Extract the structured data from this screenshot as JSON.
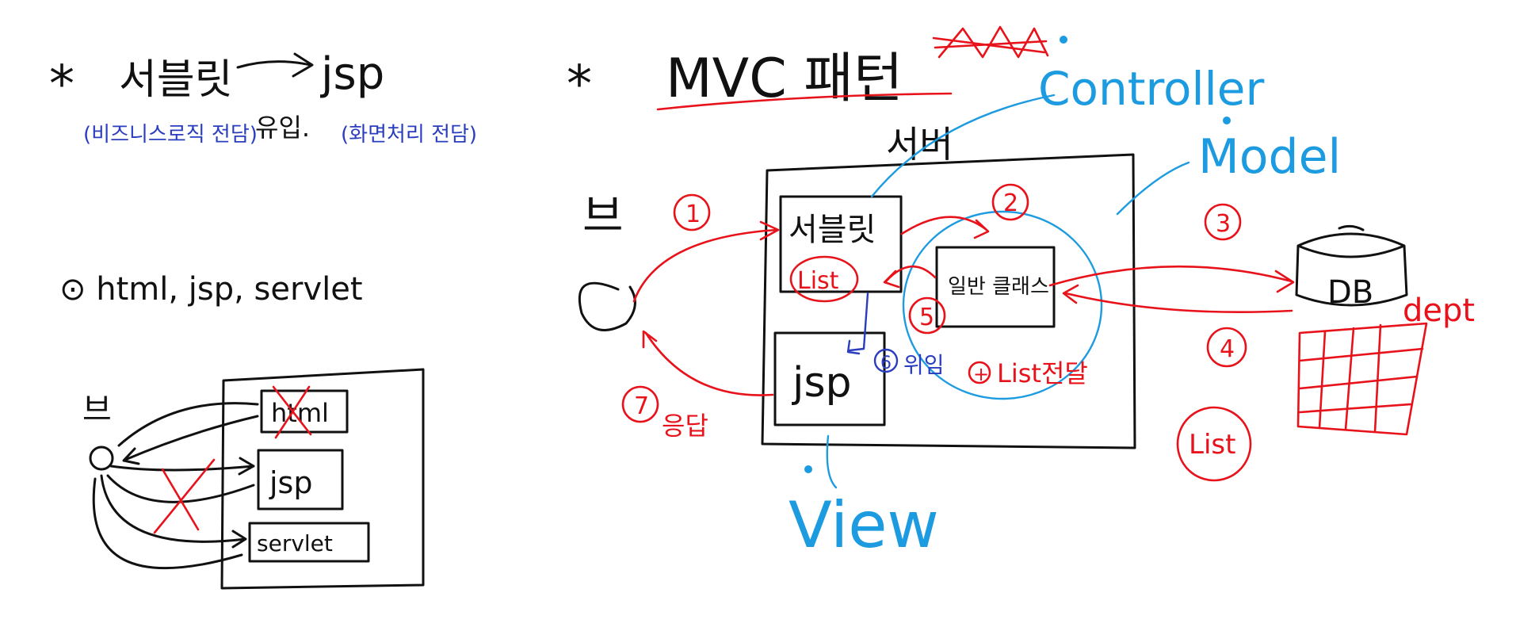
{
  "colors": {
    "black": "#111111",
    "red": "#e8121b",
    "blue": "#2a3dbf",
    "cyan": "#1d9be0"
  },
  "left_panel": {
    "heading_star": "*",
    "servlet_word": "서블릿",
    "arrow_target": "jsp",
    "paren_left": "(비즈니스로직 전담)",
    "usage_word": "유입.",
    "paren_right": "(화면처리 전담)",
    "file_types": "⊙ html, jsp, servlet",
    "client_label": "브",
    "server_files": [
      "html",
      "jsp",
      "servlet"
    ]
  },
  "right_panel": {
    "heading_star": "*",
    "title": "MVC 패턴",
    "server_label": "서버",
    "browser_label": "브",
    "servlet_box": "서블릿",
    "list_inside_servlet": "List",
    "normal_class": "일반 클래스",
    "jsp_box": "jsp",
    "db_label": "DB",
    "dept_label": "dept",
    "list_circle": "List",
    "controller": "Controller",
    "model": "Model",
    "view": "View",
    "steps": {
      "s1": "1",
      "s2": "2",
      "s3": "3",
      "s4": "4",
      "s5": "5",
      "s6": "6",
      "s6_text": "위임",
      "s_plus": "+",
      "list_pass": "List전달",
      "s7": "7",
      "s7_text": "응답"
    }
  }
}
